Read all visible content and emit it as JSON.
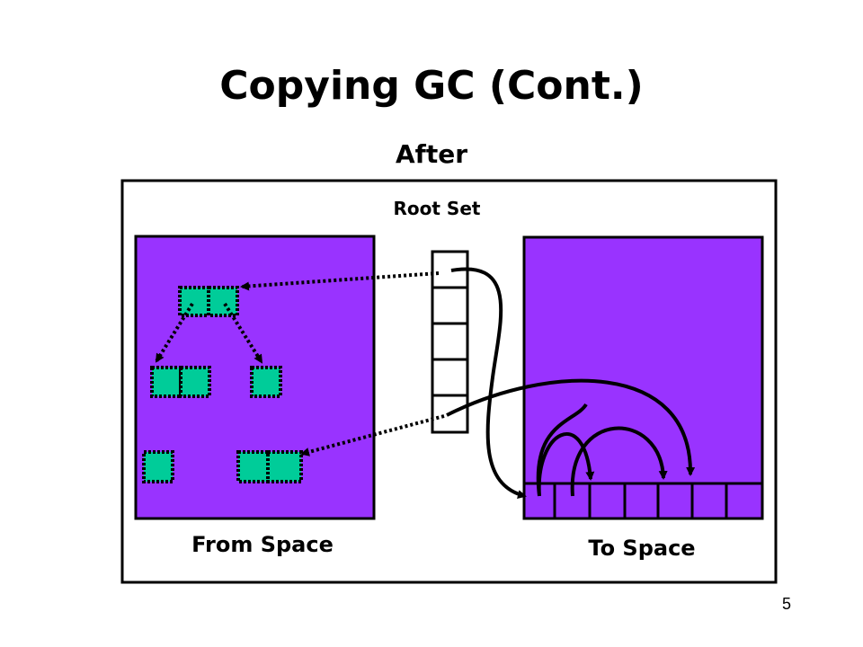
{
  "slide": {
    "title": "Copying GC (Cont.)",
    "subtitle": "After",
    "page_number": "5"
  },
  "diagram": {
    "root_set_label": "Root Set",
    "from_space_label": "From Space",
    "to_space_label": "To Space",
    "colors": {
      "space_fill": "#9933ff",
      "object_fill": "#00cc99",
      "stroke": "#000000"
    },
    "root_set_slots": 5,
    "to_space_slots": 7
  }
}
